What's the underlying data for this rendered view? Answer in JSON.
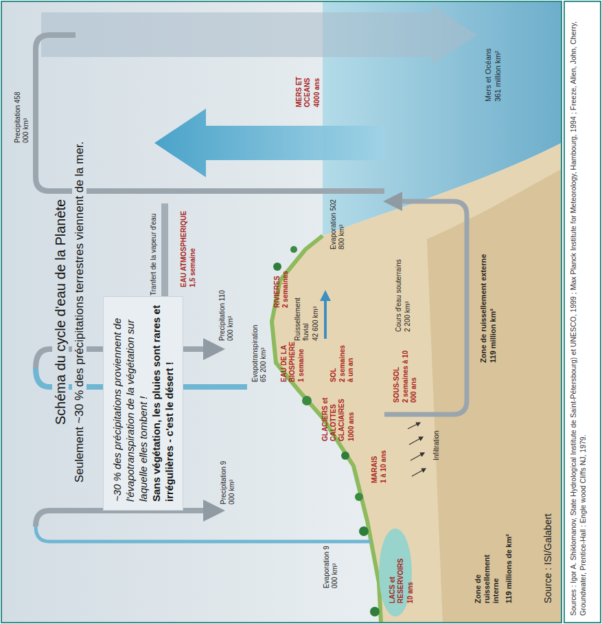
{
  "diagram": {
    "title": "Schéma du cycle d'eau de la Planète",
    "caption": "Sources : Igor A. Shiklomanov, State Hydrological Institute de Saint-Pétersbourg) et UNESCO, 1999 ; Max Planck Institute for Meteorology, Hambourg, 1994 ; Freeze, Allen, John, Cherry, Groundwater, Prentice-Hall : Engle wood Cliffs NJ, 1979.",
    "nodes": [
      {
        "text": [
          "~30 % des précipitations proviennent de l'évapotranspiration de la végétation sur laquelle elles tombent !",
          "Sans végétation, les pluies sont rares et irrégulières - c'est le désert !"
        ]
      }
    ],
    "labels": [
      "Seulement ~30 % des précipitations terrestres viennent de la mer.",
      "Precipitation 458 000 km³",
      "Tranfert de la vapeur d'eau",
      "EAU ATMOSPHERIQUE",
      "1,5 semaine",
      "Precipitation 110 000 km³",
      "Precipitation 9 000 km³",
      "Evapotranspiration 65 200 km³",
      "Evaporation 502 800 km³",
      "Evaporation 9 000 km³",
      "MERS ET OCEANS",
      "4000 ans",
      "Mers et Océans",
      "361 million km²",
      "RIVIERES",
      "2 semaines",
      "Ruissellement fluvial",
      "42 600 km³",
      "EAU DE LA BIOSPHERE",
      "1 semaine",
      "GLACIERS et CALOTTES GLACIAIRES",
      "1000 ans",
      "SOL",
      "2 semaines à un an",
      "MARAIS",
      "1 à 10 ans",
      "LACS et RESERVOIRS",
      "10 ans",
      "Infiltration",
      "SOUS-SOL",
      "2 semaines à 10 000 ans",
      "Cours d'eau souterrains",
      "2 200 km³",
      "Zone de ruissellement externe",
      "119 million km²",
      "Zone de ruissellement interne",
      "119 millions de km²",
      "Source : ISI/Galabert"
    ]
  }
}
